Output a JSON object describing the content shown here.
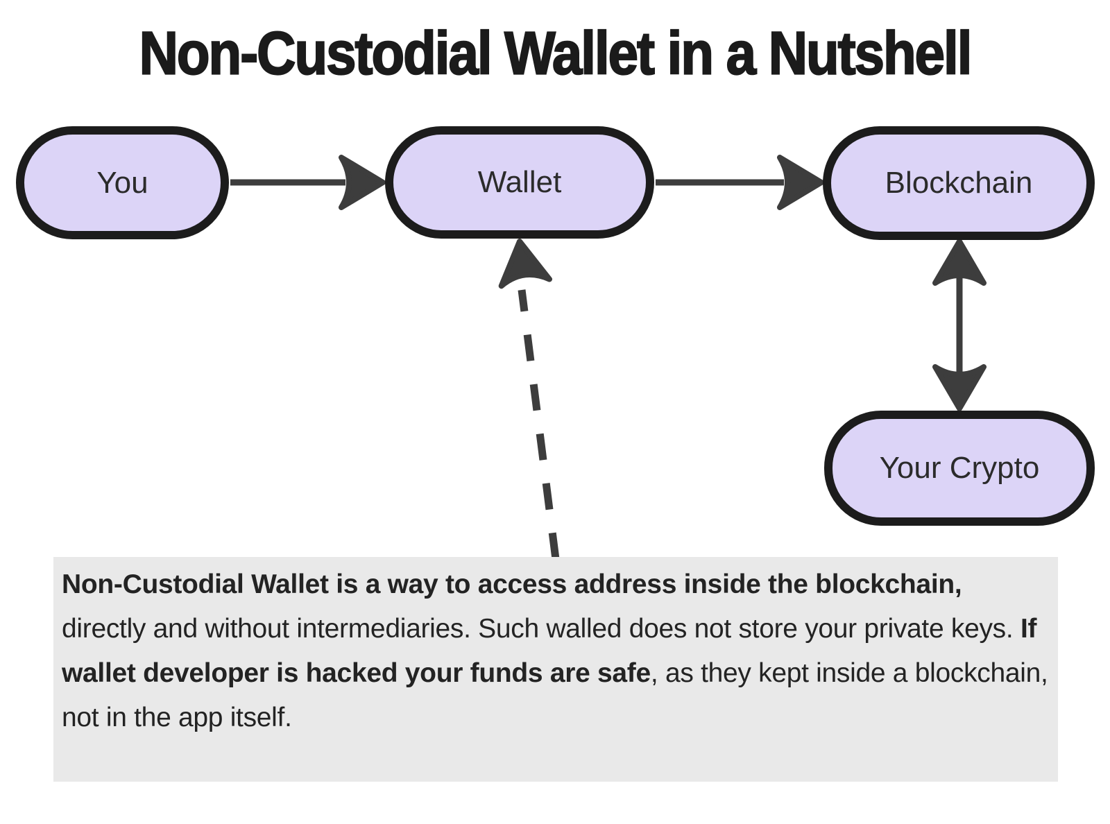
{
  "title": "Non-Custodial Wallet in a Nutshell",
  "diagram": {
    "nodes": [
      {
        "id": "you",
        "label": "You"
      },
      {
        "id": "wallet",
        "label": "Wallet"
      },
      {
        "id": "blockchain",
        "label": "Blockchain"
      },
      {
        "id": "your-crypto",
        "label": "Your Crypto"
      }
    ],
    "edges": [
      {
        "from": "you",
        "to": "wallet",
        "style": "solid",
        "direction": "forward"
      },
      {
        "from": "wallet",
        "to": "blockchain",
        "style": "solid",
        "direction": "forward"
      },
      {
        "from": "blockchain",
        "to": "your-crypto",
        "style": "solid",
        "direction": "bidirectional"
      },
      {
        "from": "note",
        "to": "wallet",
        "style": "dashed",
        "direction": "forward"
      }
    ],
    "colors": {
      "node_fill": "#dcd4f7",
      "node_border": "#1c1c1c",
      "arrow": "#3d3d3d",
      "note_background": "#e9e9e9",
      "text": "#232323"
    }
  },
  "note": {
    "segments": [
      {
        "bold": true,
        "text": "Non-Custodial Wallet is a way to access address inside the blockchain,"
      },
      {
        "bold": false,
        "text": " directly and without intermediaries. Such walled does not store your private keys. "
      },
      {
        "bold": true,
        "text": "If wallet developer is hacked your funds are safe"
      },
      {
        "bold": false,
        "text": ", as they kept inside a blockchain, not in the app itself."
      }
    ]
  }
}
